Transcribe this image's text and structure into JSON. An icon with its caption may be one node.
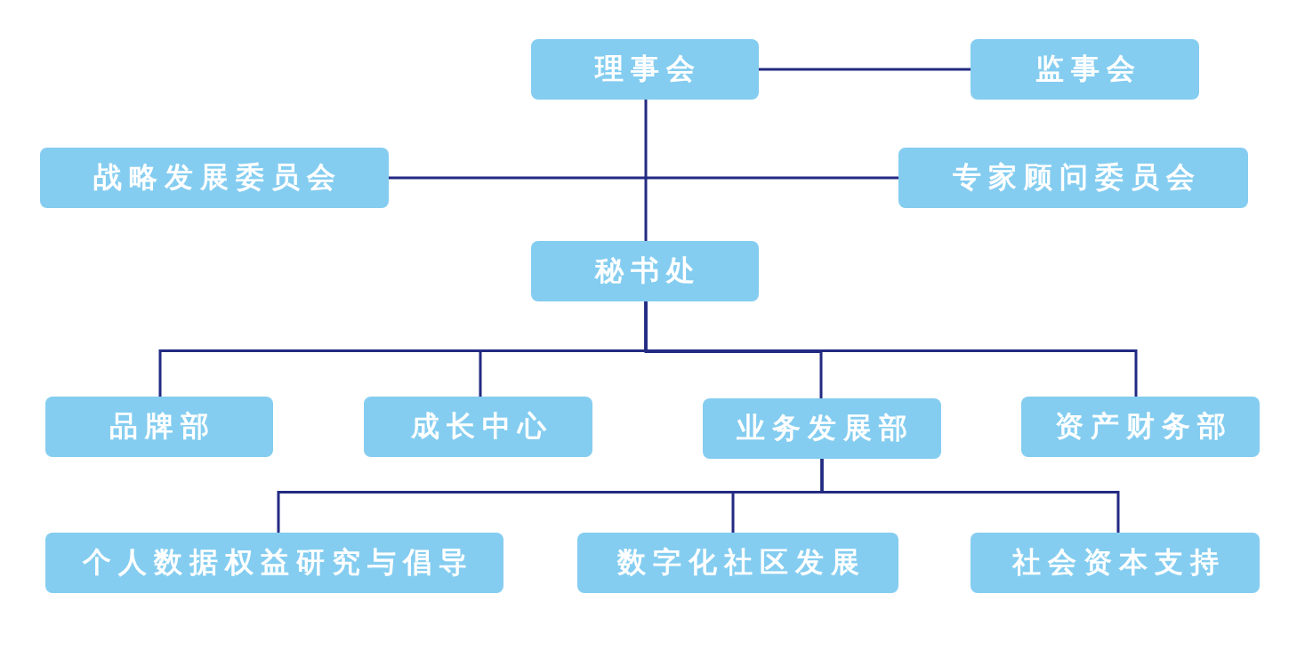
{
  "diagram": {
    "nodes": [
      {
        "text": [
          "理事会"
        ]
      },
      {
        "text": [
          "监事会"
        ]
      },
      {
        "text": [
          "战略发展委员会"
        ]
      },
      {
        "text": [
          "专家顾问委员会"
        ]
      },
      {
        "text": [
          "秘书处"
        ]
      },
      {
        "text": [
          "品牌部"
        ]
      },
      {
        "text": [
          "成长中心"
        ]
      },
      {
        "text": [
          "业务发展部"
        ]
      },
      {
        "text": [
          "资产财务部"
        ]
      },
      {
        "text": [
          "个人数据权益研究与倡导"
        ]
      },
      {
        "text": [
          "数字化社区发展"
        ]
      },
      {
        "text": [
          "社会资本支持"
        ]
      }
    ],
    "edges": [
      {
        "from": 0,
        "to": 1,
        "arrow": "none"
      },
      {
        "from": 0,
        "to": 4,
        "arrow": "none"
      },
      {
        "from": 2,
        "to": 3,
        "arrow": "none"
      },
      {
        "from": 4,
        "to": 5,
        "arrow": "none"
      },
      {
        "from": 4,
        "to": 6,
        "arrow": "none"
      },
      {
        "from": 4,
        "to": 7,
        "arrow": "none"
      },
      {
        "from": 4,
        "to": 8,
        "arrow": "none"
      },
      {
        "from": 7,
        "to": 9,
        "arrow": "none"
      },
      {
        "from": 7,
        "to": 10,
        "arrow": "none"
      },
      {
        "from": 7,
        "to": 11,
        "arrow": "none"
      }
    ]
  }
}
